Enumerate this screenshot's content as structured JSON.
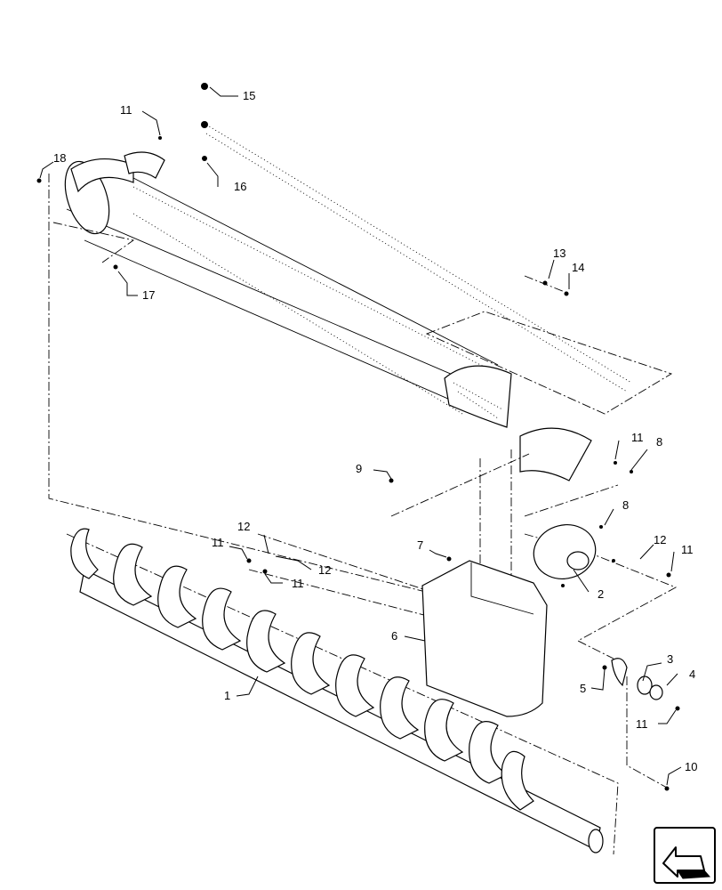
{
  "diagram": {
    "callouts": [
      {
        "id": "c15",
        "label": "15"
      },
      {
        "id": "c11a",
        "label": "11"
      },
      {
        "id": "c18",
        "label": "18"
      },
      {
        "id": "c16",
        "label": "16"
      },
      {
        "id": "c17",
        "label": "17"
      },
      {
        "id": "c13",
        "label": "13"
      },
      {
        "id": "c14",
        "label": "14"
      },
      {
        "id": "c11b",
        "label": "11"
      },
      {
        "id": "c8a",
        "label": "8"
      },
      {
        "id": "c9",
        "label": "9"
      },
      {
        "id": "c8b",
        "label": "8"
      },
      {
        "id": "c12a",
        "label": "12"
      },
      {
        "id": "c11c",
        "label": "11"
      },
      {
        "id": "c7",
        "label": "7"
      },
      {
        "id": "c12b",
        "label": "12"
      },
      {
        "id": "c11d",
        "label": "11"
      },
      {
        "id": "c12c",
        "label": "12"
      },
      {
        "id": "c11e",
        "label": "11"
      },
      {
        "id": "c2",
        "label": "2"
      },
      {
        "id": "c6",
        "label": "6"
      },
      {
        "id": "c3",
        "label": "3"
      },
      {
        "id": "c4",
        "label": "4"
      },
      {
        "id": "c5",
        "label": "5"
      },
      {
        "id": "c1",
        "label": "1"
      },
      {
        "id": "c11f",
        "label": "11"
      },
      {
        "id": "c10",
        "label": "10"
      }
    ]
  },
  "navigation": {
    "icon": "previous-page-arrow-icon"
  }
}
